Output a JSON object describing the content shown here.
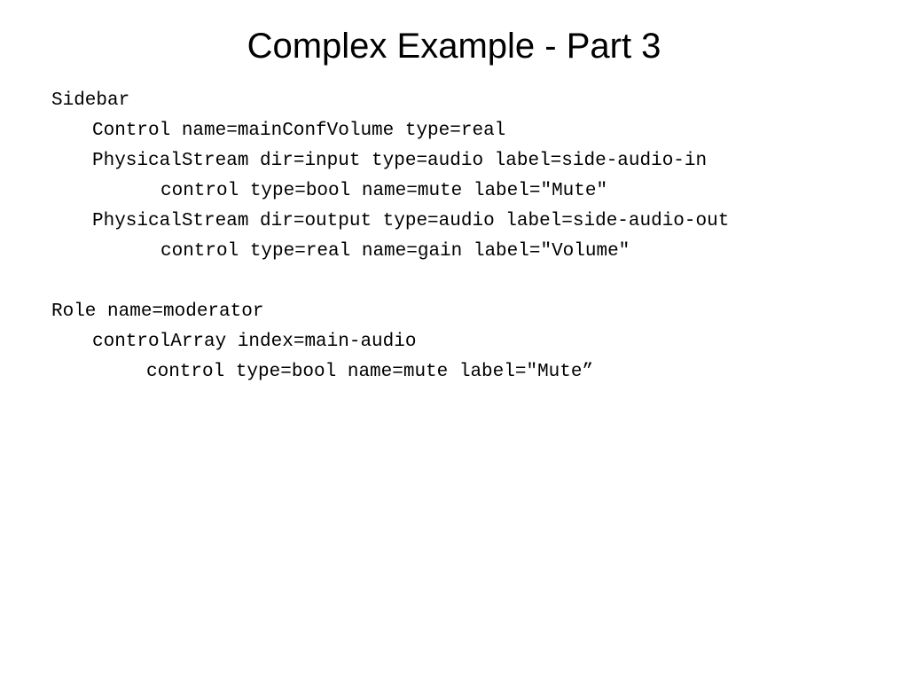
{
  "slide": {
    "title": "Complex Example - Part 3",
    "lines": [
      "Sidebar",
      "Control name=mainConfVolume type=real",
      "PhysicalStream dir=input type=audio label=side-audio-in",
      "control type=bool name=mute label=\"Mute\"",
      "PhysicalStream dir=output type=audio label=side-audio-out",
      "control type=real name=gain label=\"Volume\"",
      "",
      "Role name=moderator",
      "controlArray index=main-audio",
      "control type=bool name=mute label=\"Mute”"
    ]
  }
}
